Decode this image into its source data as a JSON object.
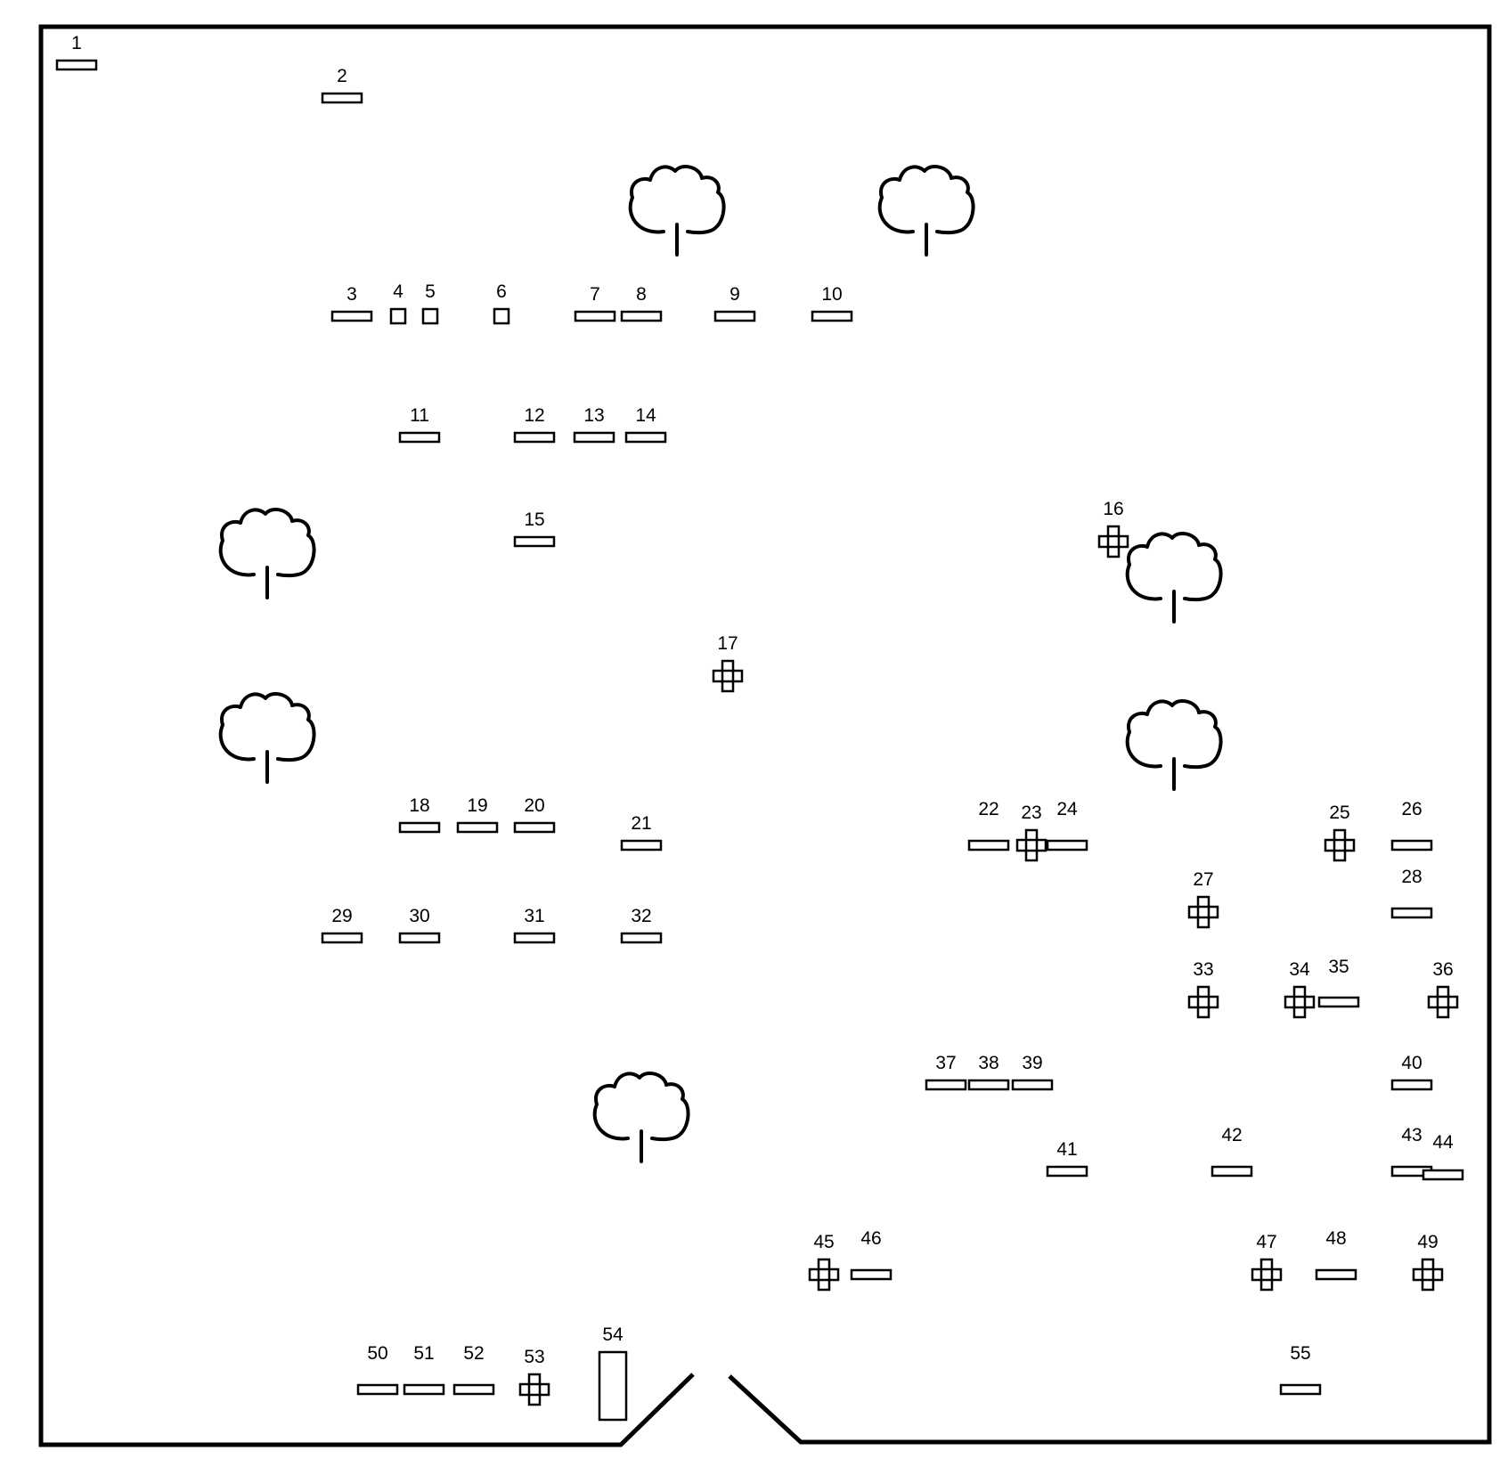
{
  "map": {
    "colors": {
      "line": "#000000",
      "background": "#ffffff"
    },
    "markers": [
      {
        "label": "1",
        "kind": "grave"
      },
      {
        "label": "2",
        "kind": "grave"
      },
      {
        "label": "3",
        "kind": "grave"
      },
      {
        "label": "4",
        "kind": "small-grave"
      },
      {
        "label": "5",
        "kind": "small-grave"
      },
      {
        "label": "6",
        "kind": "small-grave"
      },
      {
        "label": "7",
        "kind": "grave"
      },
      {
        "label": "8",
        "kind": "grave"
      },
      {
        "label": "9",
        "kind": "grave"
      },
      {
        "label": "10",
        "kind": "grave"
      },
      {
        "label": "11",
        "kind": "grave"
      },
      {
        "label": "12",
        "kind": "grave"
      },
      {
        "label": "13",
        "kind": "grave"
      },
      {
        "label": "14",
        "kind": "grave"
      },
      {
        "label": "15",
        "kind": "grave"
      },
      {
        "label": "16",
        "kind": "cross"
      },
      {
        "label": "17",
        "kind": "cross"
      },
      {
        "label": "18",
        "kind": "grave"
      },
      {
        "label": "19",
        "kind": "grave"
      },
      {
        "label": "20",
        "kind": "grave"
      },
      {
        "label": "21",
        "kind": "grave"
      },
      {
        "label": "22",
        "kind": "grave"
      },
      {
        "label": "23",
        "kind": "cross"
      },
      {
        "label": "24",
        "kind": "grave"
      },
      {
        "label": "25",
        "kind": "cross"
      },
      {
        "label": "26",
        "kind": "grave"
      },
      {
        "label": "27",
        "kind": "cross"
      },
      {
        "label": "28",
        "kind": "grave"
      },
      {
        "label": "29",
        "kind": "grave"
      },
      {
        "label": "30",
        "kind": "grave"
      },
      {
        "label": "31",
        "kind": "grave"
      },
      {
        "label": "32",
        "kind": "grave"
      },
      {
        "label": "33",
        "kind": "cross"
      },
      {
        "label": "34",
        "kind": "cross"
      },
      {
        "label": "35",
        "kind": "grave"
      },
      {
        "label": "36",
        "kind": "cross"
      },
      {
        "label": "37",
        "kind": "grave"
      },
      {
        "label": "38",
        "kind": "grave"
      },
      {
        "label": "39",
        "kind": "grave"
      },
      {
        "label": "40",
        "kind": "grave"
      },
      {
        "label": "41",
        "kind": "grave"
      },
      {
        "label": "42",
        "kind": "grave"
      },
      {
        "label": "43",
        "kind": "grave"
      },
      {
        "label": "44",
        "kind": "grave"
      },
      {
        "label": "45",
        "kind": "cross"
      },
      {
        "label": "46",
        "kind": "grave"
      },
      {
        "label": "47",
        "kind": "cross"
      },
      {
        "label": "48",
        "kind": "grave"
      },
      {
        "label": "49",
        "kind": "cross"
      },
      {
        "label": "50",
        "kind": "grave"
      },
      {
        "label": "51",
        "kind": "grave"
      },
      {
        "label": "52",
        "kind": "grave"
      },
      {
        "label": "53",
        "kind": "cross"
      },
      {
        "label": "54",
        "kind": "tall-grave"
      },
      {
        "label": "55",
        "kind": "grave"
      }
    ],
    "trees": [
      {
        "icon": "tree-icon"
      },
      {
        "icon": "tree-icon"
      },
      {
        "icon": "tree-icon"
      },
      {
        "icon": "tree-icon"
      },
      {
        "icon": "tree-icon"
      },
      {
        "icon": "tree-icon"
      },
      {
        "icon": "tree-icon"
      }
    ]
  }
}
